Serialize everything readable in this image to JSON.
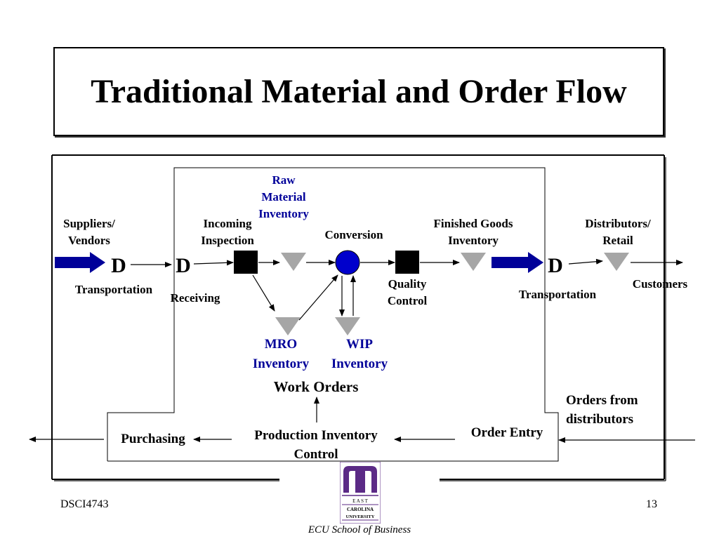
{
  "title": "Traditional Material and Order Flow",
  "labels": {
    "suppliers": "Suppliers/",
    "vendors": "Vendors",
    "raw1": "Raw",
    "raw2": "Material",
    "raw3": "Inventory",
    "incoming1": "Incoming",
    "incoming2": "Inspection",
    "conversion": "Conversion",
    "finished1": "Finished Goods",
    "finished2": "Inventory",
    "distributors1": "Distributors/",
    "distributors2": "Retail",
    "d1": "D",
    "d2": "D",
    "d3": "D",
    "transportation1": "Transportation",
    "receiving": "Receiving",
    "quality1": "Quality",
    "quality2": "Control",
    "transportation2": "Transportation",
    "customers": "Customers",
    "mro1": "MRO",
    "mro2": "Inventory",
    "wip1": "WIP",
    "wip2": "Inventory",
    "work_orders": "Work Orders",
    "orders_from1": "Orders from",
    "orders_from2": "distributors",
    "purchasing": "Purchasing",
    "production1": "Production Inventory",
    "production2": "Control",
    "order_entry": "Order Entry"
  },
  "footer": {
    "course": "DSCI4743",
    "page": "13",
    "school": "ECU School of Business",
    "logo_text": [
      "E A S T",
      "CAROLINA",
      "UNIVERSITY"
    ]
  },
  "colors": {
    "blue_arrow": "#000099",
    "triangle": "#a6a6a6",
    "circle": "#0000cc"
  }
}
